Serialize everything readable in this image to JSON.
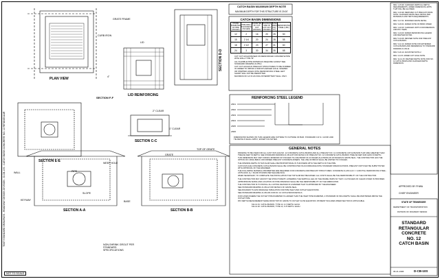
{
  "drawing": {
    "stamp": "NOT TO SCALE",
    "sheet_number": "D-CB-10S",
    "date": "06-21-1996"
  },
  "views": {
    "plan_view": "PLAN VIEW",
    "section_e_e": "SECTION E-E",
    "lid_reinforcing": "LID REINFORCING",
    "section_c_c": "SECTION C-C",
    "section_d_d": "SECTION D-D",
    "section_a_a": "SECTION A-A",
    "section_b_b": "SECTION B-B",
    "section_f_f": "SECTION F-F"
  },
  "callouts": {
    "grate_frame": "GRATE FRAME",
    "curb_iron": "CURB IRON",
    "weep_hole": "WEEP HOLE",
    "bar_clear": "2\" CLEAR",
    "min_clear": "1\" CLEAR",
    "keyway": "KEYWAY",
    "slope": "SLOPE",
    "grate": "GRATE",
    "pipe": "PIPE",
    "lid": "LID",
    "wall": "WALL",
    "base": "BASE",
    "top_of_grate": "TOP OF GRATE",
    "elevation_ref": "4\"",
    "non_shrink": "NON-SHRINK GROUT PER STANDARD SPECIFICATIONS"
  },
  "depth_note": {
    "title": "CATCH BASIN MAXIMUM DEPTH NOTE",
    "text": "MAXIMUM DEPTH FOR THIS STRUCTURE IS 20.00'"
  },
  "dimensions": {
    "title": "CATCH BASIN DIMENSIONS",
    "headers": [
      "INSIDE DIAMETER OF PIPE (INCHES)",
      "PIPE WALL THICKNESS (INCHES)",
      "DIAMETER OF CUT-OUT (INCHES)",
      "MAXIMUM SIZE OF CUT-OUT (INCHES)",
      "BASE AREA (SQ. FT.)",
      "REINFORCING STEEL (LBS.)"
    ],
    "rows": [
      [
        "12",
        "2",
        "16",
        "20",
        "25",
        "50"
      ],
      [
        "15",
        "2 1/4",
        "20",
        "24",
        "28",
        "55"
      ],
      [
        "18",
        "2 1/2",
        "23",
        "27",
        "31",
        "60"
      ],
      [
        "24",
        "3",
        "30",
        "34",
        "35",
        "68"
      ]
    ],
    "notes": [
      "CUT OUT HOLES BASED ON REINFORCED CONCRETE PIPE WITH WALL TYPE \"B\".",
      "ALL FLEXIBLE PIPE MATERIALS REQUIRE GASKET SEE STANDARD DRAWING D-PB-2.",
      "CUT OUT HOLES IN PRECAST STRUCTURES TO BE FORMED IN ORDER TO OBTAIN A SMOOTH EDGED HOLE. SKEWED OR STEPPED HOLES WITH REINFORCING STEEL LEFT SHORT WILL NOT BE PERMITTED.",
      "MAXIMUM OF 1/2 IN AN INCH INTERMITTENT WALL ONLY."
    ]
  },
  "reinforcing": {
    "title": "REINFORCING STEEL LEGEND",
    "bars": [
      "A501",
      "A502",
      "A503",
      "A504",
      "A505",
      "A506"
    ],
    "note": "DIMENSIONS SHOWN ON THIS LEGEND ARE OUTSIDE TO OUTSIDE OF BAR. STANDARD C.R.S.I. HOOK AND TIE DETAILS SHALL APPLY, EXCEPT AS NOTED."
  },
  "general_notes": {
    "title": "GENERAL NOTES",
    "items": [
      "DRAWING TO BE USED FOR ALL CAST IN PLACE NO. 12 CONCRETE CATCH BASINS AND ALL PRECAST NO. 12 CONCRETE CATCH BASINS THAT ARE GREATER THAN TWELVE FEET IN DEPTH. SEE STANDARD DRAWING D-CB-12P FOR DETAILS OF PRECAST NO. 12 CONCRETE CATCH BASINS TWELVE FEET AND LESS IN DEPTH.",
      "THIS DIMENSION MAY VARY FROM A MINIMUM OF 5 INCHES TO A MAXIMUM OF 24 INCHES ALLOWING AN 18 INCHES IN GRATE SEAL. THE CONTRACTOR HAS THE OPTION OF USING BRICK OR FORMED PRECAST CONCRETE RISERS. THE USE OF BRICK SHALL BE LIMITED TO 6 INCHES.",
      "THE OPENING DEPTH IN THIS SLAB SHALL BE PROPORTIONAL IN THICKNESS WITH THE DEPTH OF THE PIPE.",
      "CAST-IN-PLACE CONCRETE CATCH BASINS SHALL BE CONSTRUCTED IN ACCORDANCE WITH STANDARD SPECIFICATIONS. PRECAST UNITS MAY BE SUBSTITUTED WITH APPROVAL OF THE ENGINEER.",
      "THE FOLLOWING MATERIAL PROPERTIES ARE REQUIRED FOR CONCRETE AND PRECAST STRUCTURES: CONCRETE CLASS A (F'c = 3,000 PSI); REINFORCING STEEL - ASTM A615, Fy = 60,000 POUNDS PER SQUARE INCH.",
      "WHEN NECESSARY, TO COMPLETE THE INSTALLATION THE TOP SLAB MAY BE RAISED. ALL COSTS SHALL BE THE RESPONSIBILITY OF THE CONTRACTOR.",
      "THE CONTRACTOR MAY ADJUST THE STRUCTURE BY LOWERING THE VERTICAL LEG OF THE FRAME. BARS SO THAT 1 1/2 INCHES OF CLEAR COVER IS PROVIDED.",
      "APPROPRIATE SIZING AND LOCATION OF PIPE OPENINGS SHALL BE THE RESPONSIBILITY OF THE FABRICATOR.",
      "THE CONTRACTOR IS TO INSTALL ALL LIFTING DEVICES IN A MANNER THAT IS APPROVED BY THE ENGINEER.",
      "SEE STANDARD DRAWING D-CB-12 FOR DETAILS OF GRATE SEAL.",
      "SEE ROADWAY PLANS DRAINAGE TABULATION FOR PIPE INLET AND OUTLET ELEVATIONS.",
      "SEE STANDARD DRAWING D-CB-10S FOR NO. 10 CATCH BASIN DETAILS.",
      "FOR CASES WHERE THE OUTLET PIPE DIAMETER IS LARGER THAN THE INLET PIPE DIAMETER, A STANDARD 30 INCH DEPTH SHALL BE MAINTAINED ABOVE THE OUTLET PIPE.",
      "PAY DEPTH MEASUREMENT MADE FROM TOP OF GRATE TO OUTLET FLOW ELEVATION. PAYMENT INCLUDES RISER SECTION IF APPLICABLE."
    ],
    "items_table": [
      [
        "611-12.01",
        "CATCH BASINS, TYPE 12, 0-4' DEPTH",
        "EACH"
      ],
      [
        "611-12.02",
        "CATCH BASINS, TYPE 12, 4'-8' DEPTH",
        "EACH"
      ]
    ]
  },
  "revisions": [
    "REV. 1-15-99: CHANGED VERTICAL DEPTH REQUIREMENTS. ADDED DIMENSION LIMITS THAT WILL BE ALLOWED.",
    "REV. 4-16-99: REMOVED CUT PRECAST FROM NOTE. CHANGED GRATE SEAL DETAIL PER MATERIALS AND TESTS REQUIREMENTS.",
    "REV. 3-17-01: MODIFIED GRATE DETAIL.",
    "REV. 3-20-01: ADDED NOTE ON BRICK RISER.",
    "REV. 1-22-03: CHANGED UNITS FOR DIMENSION AND PAY ITEMS.",
    "REV. 4-24-03: ADDED REINFORCING LEGEND AND REVISED NOTES.",
    "REV. 5-10-06: REVISED NOTE FOR PRECAST CATCH BASINS.",
    "REV. 3-12-14: ADDED NOTE FOR EXTENDED CATCH BASINS AND REFERENCE TO STANDARD DRAWING D-CB-10.",
    "REV. 6-20-14: ADJUSTED NOTE 2.",
    "REV. 4-3-15: ADDED LIFT HOLE NOTE.",
    "REV. 11-12-15: REVISED DEPTH NOTE FOR NO. 12 CATCH BASIN AND CHANGED DEPTH DIMENSION."
  ],
  "approval": {
    "approved": "APPROVED BY FHWA",
    "chief_engineer": "CHIEF ENGINEER"
  },
  "title_block": {
    "state": "STATE OF TENNESSEE",
    "dept": "DEPARTMENT OF TRANSPORTATION",
    "division": "DIVISION OF ROADWAY DESIGN",
    "title_1": "STANDARD",
    "title_2": "RETANGULAR",
    "title_3": "CONCRETE",
    "title_4": "NO. 12",
    "title_5": "CATCH BASIN"
  },
  "edge_text": "TDOT STANDARD DRAWINGS - ROADWAY DESIGN DIVISION - D-CB-10S - CATCH BASIN CONCRETE NO. 12 RETANGULAR"
}
